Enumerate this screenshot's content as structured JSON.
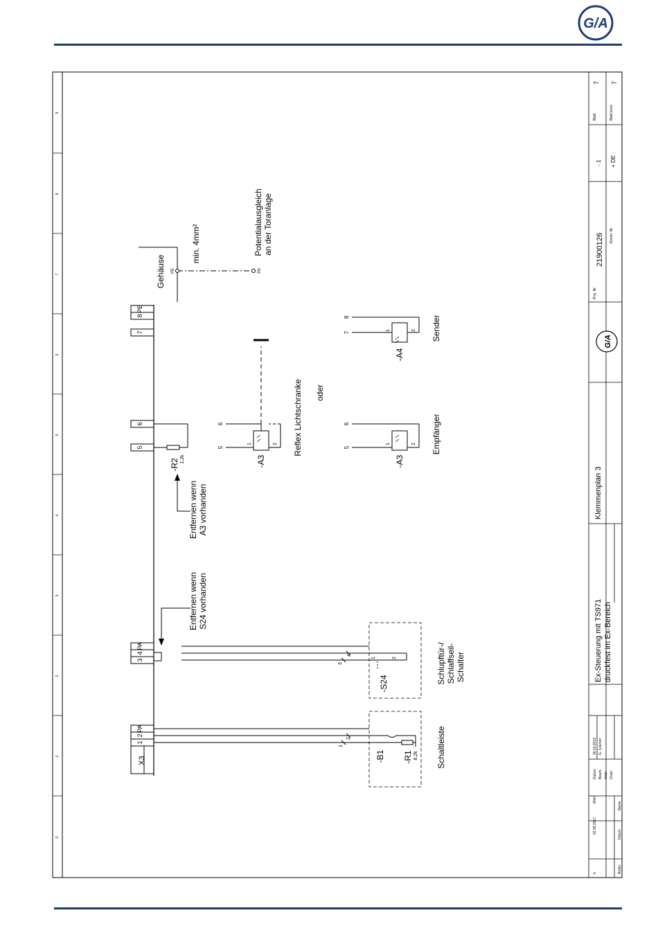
{
  "header": {
    "logo_text": "G/A"
  },
  "sheet": {
    "column_numbers": [
      "0",
      "1",
      "2",
      "3",
      "4",
      "5",
      "6",
      "7",
      "8",
      "9"
    ],
    "strip": {
      "terminal_block": "X3",
      "terminals_group1": [
        "PA",
        "2",
        "1"
      ],
      "terminals_group2": [
        "PA",
        "4",
        "3"
      ],
      "terminals_5_6": [
        "5",
        "6"
      ],
      "terminal_7": "7",
      "terminals_8_pe": [
        "8",
        "PE"
      ]
    },
    "labels": {
      "gehaeuse": "Gehäuse",
      "pe": "PE",
      "min4mm": "min. 4mm²",
      "pa": "PA",
      "potentialausgleich_1": "Potentialausgleich",
      "potentialausgleich_2": "an der Toranlage",
      "r2": "-R2",
      "r2_value": "1,2k",
      "entfernen_a3_1": "Entfernen wenn",
      "entfernen_a3_2": "A3 vorhanden",
      "entfernen_s24_1": "Entfernen wenn",
      "entfernen_s24_2": "S24 vorhanden",
      "reflex": "Reflex Lichtschranke",
      "oder": "oder",
      "a3": "-A3",
      "a3b": "-A3",
      "a4": "-A4",
      "sender": "Sender",
      "empfaenger": "Empfänger",
      "n5": "5",
      "n6": "6",
      "n7": "7",
      "n8": "8",
      "n5b": "5",
      "n6b": "6",
      "pin1": "1",
      "pin2": "2",
      "pin1b": "1",
      "pin2b": "2",
      "pin1c": "1",
      "pin2c": "2",
      "s24": "-S24",
      "s24_p1": "1",
      "s24_p2": "2",
      "s24_p3": "3",
      "s24_p4": "4",
      "schlupf_1": "Schlupftür-/",
      "schlupf_2": "Schlaffseil-",
      "schlupf_3": "Schalter",
      "b1": "-B1",
      "b1_p1": "1",
      "b1_p2": "2",
      "r1": "-R1",
      "r1_value": "8,2k",
      "schaltleiste": "Schaltleiste"
    },
    "title_block": {
      "rev_letter": "b",
      "rev_date": "03.05.2017",
      "rev_name": "Wolf",
      "aender": "Änder.",
      "datum_col": "Datum",
      "name_col": "Name",
      "datum": "Datum",
      "datum_value": "30.10.2013",
      "bearb": "Bearb.",
      "bearb_value": "G. Czerner",
      "gepr": "Gepr.",
      "urspr": "Urspr.",
      "title_1": "Ex-Steuerung mit TS971",
      "title_2": "druckfest im Ex-Bereich",
      "sheet_title": "Klemmenplan 3",
      "proj_label": "Proj. Nr.",
      "proj_number": "21900126",
      "zeichn_label": "Zeichn. Nr.",
      "sub_1": "- 1",
      "sub_2": "+ DE",
      "blatt_label": "Blatt",
      "blatt_value": "7",
      "blatt_von_label": "Blatt (von)",
      "blatt_von_value": "7"
    }
  }
}
